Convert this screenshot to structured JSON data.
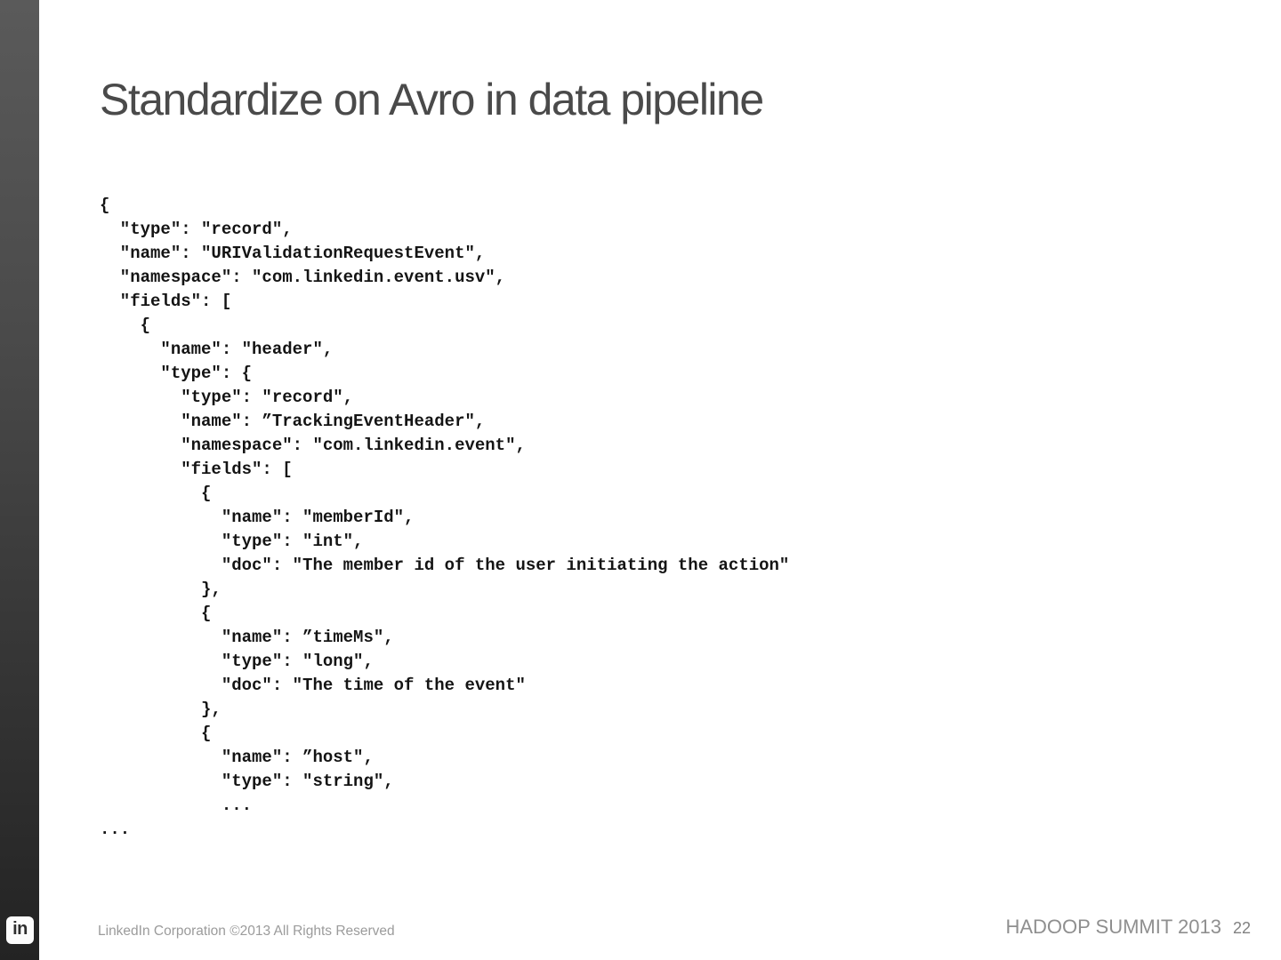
{
  "slide": {
    "title": "Standardize on Avro in data pipeline"
  },
  "code": {
    "language": "avro-json-schema",
    "lines": [
      "{",
      "  \"type\": \"record\",",
      "  \"name\": \"URIValidationRequestEvent\",",
      "  \"namespace\": \"com.linkedin.event.usv\",",
      "  \"fields\": [",
      "    {",
      "      \"name\": \"header\",",
      "      \"type\": {",
      "        \"type\": \"record\",",
      "        \"name\": ”TrackingEventHeader\",",
      "        \"namespace\": \"com.linkedin.event\",",
      "        \"fields\": [",
      "          {",
      "            \"name\": \"memberId\",",
      "            \"type\": \"int\",",
      "            \"doc\": \"The member id of the user initiating the action\"",
      "          },",
      "          {",
      "            \"name\": ”timeMs\",",
      "            \"type\": \"long\",",
      "            \"doc\": \"The time of the event\"",
      "          },",
      "          {",
      "            \"name\": ”host\",",
      "            \"type\": \"string\",",
      "            ...",
      "..."
    ]
  },
  "footer": {
    "logo_text": "in",
    "copyright": "LinkedIn Corporation ©2013 All Rights Reserved",
    "conference": "HADOOP SUMMIT 2013",
    "page_number": "22"
  },
  "colors": {
    "sidebar_top": "#5a5a5a",
    "sidebar_bottom": "#232323",
    "title_text": "#4a4a4a",
    "code_text": "#141414",
    "footer_text": "#9b9b9b",
    "background": "#ffffff"
  }
}
